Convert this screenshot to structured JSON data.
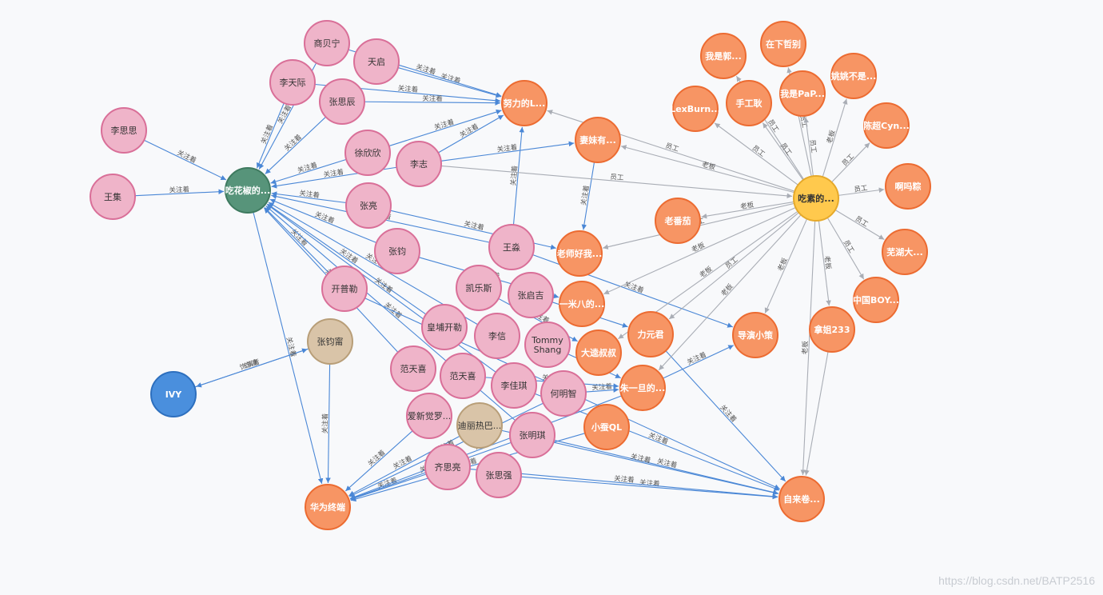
{
  "watermark": "https://blog.csdn.net/BATP2516",
  "colors": {
    "person": "#efb4c9",
    "person_stroke": "#d96f98",
    "company": "#f79564",
    "company_stroke": "#ec6b31",
    "center": "#ffc94d",
    "center_stroke": "#e6a92a",
    "green": "#57947a",
    "green_stroke": "#3e7a5f",
    "tan": "#d9c4a8",
    "tan_stroke": "#b89e78",
    "blue": "#4a8fdd",
    "blue_stroke": "#2d6fbe",
    "edge_blue": "#4a87d6",
    "edge_gray": "#a9adb5"
  },
  "nodes": [
    {
      "id": "shangbeining",
      "label": "商贝宁",
      "type": "person"
    },
    {
      "id": "tianqi",
      "label": "天启",
      "type": "person"
    },
    {
      "id": "litianji",
      "label": "李天际",
      "type": "person"
    },
    {
      "id": "zhangsichen",
      "label": "张思辰",
      "type": "person"
    },
    {
      "id": "lisisi",
      "label": "李思思",
      "type": "person"
    },
    {
      "id": "wangji",
      "label": "王集",
      "type": "person"
    },
    {
      "id": "xuxinxin",
      "label": "徐欣欣",
      "type": "person"
    },
    {
      "id": "lizhi",
      "label": "李志",
      "type": "person"
    },
    {
      "id": "zhangliang",
      "label": "张亮",
      "type": "person"
    },
    {
      "id": "zhangjun",
      "label": "张钧",
      "type": "person"
    },
    {
      "id": "wangmiao",
      "label": "王淼",
      "type": "person"
    },
    {
      "id": "kaipule",
      "label": "开普勒",
      "type": "person"
    },
    {
      "id": "kailesi",
      "label": "凯乐斯",
      "type": "person"
    },
    {
      "id": "zhangqiji",
      "label": "张启吉",
      "type": "person"
    },
    {
      "id": "huangpukaile",
      "label": "皇埔开勒",
      "type": "person"
    },
    {
      "id": "lixin",
      "label": "李信",
      "type": "person"
    },
    {
      "id": "tommy",
      "label": "Tommy Shang",
      "type": "person"
    },
    {
      "id": "fantianxi1",
      "label": "范天喜",
      "type": "person"
    },
    {
      "id": "fantianxi2",
      "label": "范天喜",
      "type": "person"
    },
    {
      "id": "lijiaqi",
      "label": "李佳琪",
      "type": "person"
    },
    {
      "id": "hemingzhi",
      "label": "何明智",
      "type": "person"
    },
    {
      "id": "aixinjueluo",
      "label": "爱新觉罗...",
      "type": "person"
    },
    {
      "id": "zhangmingqi",
      "label": "张明琪",
      "type": "person"
    },
    {
      "id": "qisiliang",
      "label": "齐思亮",
      "type": "person"
    },
    {
      "id": "zhangsiqiang",
      "label": "张思强",
      "type": "person"
    },
    {
      "id": "chihuajiao",
      "label": "吃花椒的...",
      "type": "green"
    },
    {
      "id": "zhangjunning",
      "label": "张钧甯",
      "type": "tan"
    },
    {
      "id": "dilireba",
      "label": "迪丽热巴...",
      "type": "tan"
    },
    {
      "id": "ivy",
      "label": "IVY",
      "type": "blue"
    },
    {
      "id": "nulide",
      "label": "努力的L...",
      "type": "company"
    },
    {
      "id": "meizhuyou",
      "label": "妻妹有...",
      "type": "company"
    },
    {
      "id": "laofanqie",
      "label": "老番茄",
      "type": "company"
    },
    {
      "id": "laoshihao",
      "label": "老师好我...",
      "type": "company"
    },
    {
      "id": "yimiba",
      "label": "一米八的...",
      "type": "company"
    },
    {
      "id": "dashishu",
      "label": "大逵叔叔",
      "type": "company"
    },
    {
      "id": "liyuanjun",
      "label": "力元君",
      "type": "company"
    },
    {
      "id": "zhuyidan",
      "label": "朱一旦的...",
      "type": "company"
    },
    {
      "id": "xiaoyaql",
      "label": "小蚕QL",
      "type": "company"
    },
    {
      "id": "daoyanxiaoce",
      "label": "导演小策",
      "type": "company"
    },
    {
      "id": "huaweizhongduan",
      "label": "华为终端",
      "type": "company"
    },
    {
      "id": "zilaijuan",
      "label": "自来卷...",
      "type": "company"
    },
    {
      "id": "nazie",
      "label": "拿姐233",
      "type": "company"
    },
    {
      "id": "zhongguoboy",
      "label": "中国BOY...",
      "type": "company"
    },
    {
      "id": "wuhuda",
      "label": "芜湖大...",
      "type": "company"
    },
    {
      "id": "amizong",
      "label": "啊吗粽",
      "type": "company"
    },
    {
      "id": "chenchaocyn",
      "label": "陈超Cyn...",
      "type": "company"
    },
    {
      "id": "yaoyao",
      "label": "姚姚不是...",
      "type": "company"
    },
    {
      "id": "zaixiazhebie",
      "label": "在下哲别",
      "type": "company"
    },
    {
      "id": "woshipap",
      "label": "我是PaP...",
      "type": "company"
    },
    {
      "id": "woshiguo",
      "label": "我是郭...",
      "type": "company"
    },
    {
      "id": "shougongeng",
      "label": "手工耿",
      "type": "company"
    },
    {
      "id": "lexburner",
      "label": "LexBurn...",
      "type": "company"
    },
    {
      "id": "chisude",
      "label": "吃素的...",
      "type": "center"
    }
  ],
  "edges": [
    {
      "from": "lisisi",
      "to": "chihuajiao",
      "label": "关注着"
    },
    {
      "from": "wangji",
      "to": "chihuajiao",
      "label": "关注着"
    },
    {
      "from": "litianji",
      "to": "chihuajiao",
      "label": "关注着"
    },
    {
      "from": "shangbeining",
      "to": "chihuajiao",
      "label": "关注着"
    },
    {
      "from": "zhangsichen",
      "to": "chihuajiao",
      "label": "关注着"
    },
    {
      "from": "xuxinxin",
      "to": "chihuajiao",
      "label": "关注着"
    },
    {
      "from": "lizhi",
      "to": "chihuajiao",
      "label": "关注着"
    },
    {
      "from": "zhangliang",
      "to": "chihuajiao",
      "label": "关注着"
    },
    {
      "from": "zhangjun",
      "to": "chihuajiao",
      "label": "关注着"
    },
    {
      "from": "kaipule",
      "to": "chihuajiao",
      "label": "关注着"
    },
    {
      "from": "wangmiao",
      "to": "chihuajiao",
      "label": "关注着"
    },
    {
      "from": "huangpukaile",
      "to": "chihuajiao",
      "label": "关注着"
    },
    {
      "from": "lixin",
      "to": "chihuajiao",
      "label": "关注着"
    },
    {
      "from": "fantianxi1",
      "to": "chihuajiao",
      "label": "关注着"
    },
    {
      "from": "lijiaqi",
      "to": "chihuajiao",
      "label": "关注着"
    },
    {
      "from": "zhangmingqi",
      "to": "chihuajiao",
      "label": "关注着"
    },
    {
      "from": "tianqi",
      "to": "nulide",
      "label": "关注着"
    },
    {
      "from": "shangbeining",
      "to": "nulide",
      "label": "关注着"
    },
    {
      "from": "litianji",
      "to": "nulide",
      "label": "关注着"
    },
    {
      "from": "zhangsichen",
      "to": "nulide",
      "label": "关注着"
    },
    {
      "from": "xuxinxin",
      "to": "nulide",
      "label": "关注着"
    },
    {
      "from": "lizhi",
      "to": "nulide",
      "label": "关注着"
    },
    {
      "from": "wangmiao",
      "to": "nulide",
      "label": "关注着"
    },
    {
      "from": "lizhi",
      "to": "meizhuyou",
      "label": "关注着"
    },
    {
      "from": "meizhuyou",
      "to": "laoshihao",
      "label": "关注着"
    },
    {
      "from": "zhangjunning",
      "to": "ivy",
      "label": "饰演"
    },
    {
      "from": "ivy",
      "to": "zhangjunning",
      "label": "饰演者"
    },
    {
      "from": "chihuajiao",
      "to": "huaweizhongduan",
      "label": "关注着"
    },
    {
      "from": "zhangjunning",
      "to": "huaweizhongduan",
      "label": "关注着"
    },
    {
      "from": "zhangliang",
      "to": "laoshihao",
      "label": "关注着"
    },
    {
      "from": "zhangjun",
      "to": "yimiba",
      "label": "关注着"
    },
    {
      "from": "kailesi",
      "to": "dashishu",
      "label": "关注着"
    },
    {
      "from": "zhangqiji",
      "to": "liyuanjun",
      "label": "关注着"
    },
    {
      "from": "tommy",
      "to": "zhuyidan",
      "label": "关注着"
    },
    {
      "from": "hemingzhi",
      "to": "zhuyidan",
      "label": "关注着"
    },
    {
      "from": "fantianxi2",
      "to": "zhuyidan",
      "label": "关注着"
    },
    {
      "from": "lijiaqi",
      "to": "zilaijuan",
      "label": "关注着"
    },
    {
      "from": "zhangmingqi",
      "to": "zilaijuan",
      "label": "关注着"
    },
    {
      "from": "zhangsiqiang",
      "to": "zilaijuan",
      "label": "关注着"
    },
    {
      "from": "qisiliang",
      "to": "zilaijuan",
      "label": "关注着"
    },
    {
      "from": "dilireba",
      "to": "zilaijuan",
      "label": "关注着"
    },
    {
      "from": "liyuanjun",
      "to": "zilaijuan",
      "label": "关注着"
    },
    {
      "from": "aixinjueluo",
      "to": "huaweizhongduan",
      "label": "关注着"
    },
    {
      "from": "qisiliang",
      "to": "huaweizhongduan",
      "label": "关注着"
    },
    {
      "from": "dilireba",
      "to": "huaweizhongduan",
      "label": "关注着"
    },
    {
      "from": "zhangmingqi",
      "to": "huaweizhongduan",
      "label": "关注着"
    },
    {
      "from": "hemingzhi",
      "to": "huaweizhongduan",
      "label": "关注着"
    },
    {
      "from": "xiaoyaql",
      "to": "huaweizhongduan",
      "label": "关注着"
    },
    {
      "from": "zhuyidan",
      "to": "huaweizhongduan",
      "label": "关注着"
    },
    {
      "from": "wangmiao",
      "to": "daoyanxiaoce",
      "label": "关注着"
    },
    {
      "from": "zhuyidan",
      "to": "daoyanxiaoce",
      "label": "关注着"
    },
    {
      "from": "kaipule",
      "to": "zilaijuan",
      "label": "关注着"
    },
    {
      "from": "chisude",
      "to": "nulide",
      "label": "员工"
    },
    {
      "from": "chisude",
      "to": "meizhuyou",
      "label": "老板"
    },
    {
      "from": "chisude",
      "to": "laofanqie",
      "label": "老板"
    },
    {
      "from": "chisude",
      "to": "laoshihao",
      "label": "员工"
    },
    {
      "from": "chisude",
      "to": "yimiba",
      "label": "老板"
    },
    {
      "from": "chisude",
      "to": "dashishu",
      "label": "老板"
    },
    {
      "from": "chisude",
      "to": "liyuanjun",
      "label": "员工"
    },
    {
      "from": "chisude",
      "to": "zhuyidan",
      "label": "老板"
    },
    {
      "from": "chisude",
      "to": "daoyanxiaoce",
      "label": "老板"
    },
    {
      "from": "chisude",
      "to": "zilaijuan",
      "label": "老板"
    },
    {
      "from": "chisude",
      "to": "nazie",
      "label": "老板"
    },
    {
      "from": "chisude",
      "to": "zhongguoboy",
      "label": "员工"
    },
    {
      "from": "chisude",
      "to": "wuhuda",
      "label": "员工"
    },
    {
      "from": "chisude",
      "to": "amizong",
      "label": "员工"
    },
    {
      "from": "chisude",
      "to": "chenchaocyn",
      "label": "员工"
    },
    {
      "from": "chisude",
      "to": "yaoyao",
      "label": "老板"
    },
    {
      "from": "chisude",
      "to": "zaixiazhebie",
      "label": "员工"
    },
    {
      "from": "chisude",
      "to": "woshipap",
      "label": "员工"
    },
    {
      "from": "chisude",
      "to": "woshiguo",
      "label": "员工"
    },
    {
      "from": "chisude",
      "to": "shougongeng",
      "label": "员工"
    },
    {
      "from": "chisude",
      "to": "lexburner",
      "label": "员工"
    },
    {
      "from": "lizhi",
      "to": "chisude",
      "label": "员工"
    },
    {
      "from": "nazie",
      "to": "zilaijuan",
      "label": ""
    }
  ]
}
